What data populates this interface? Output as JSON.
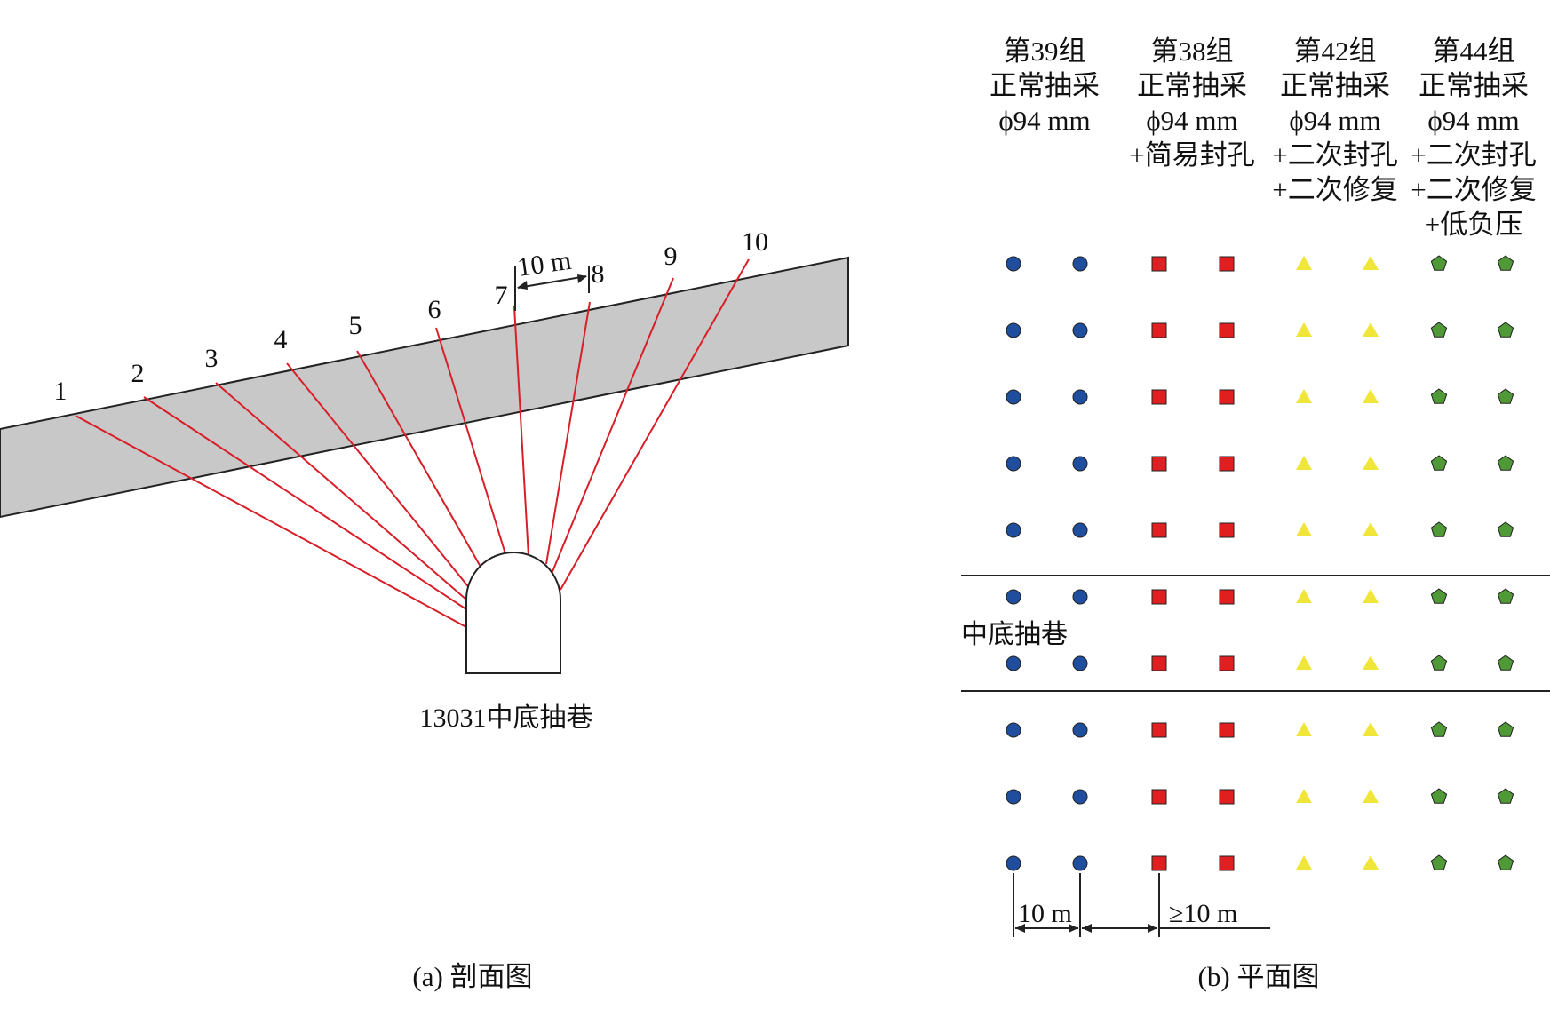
{
  "section": {
    "caption": "(a) 剖面图",
    "roadway_label": "13031中底抽巷",
    "spacing_label": "10 m",
    "boreholes": [
      "1",
      "2",
      "3",
      "4",
      "5",
      "6",
      "7",
      "8",
      "9",
      "10"
    ]
  },
  "plan": {
    "caption": "(b) 平面图",
    "roadway_label": "中底抽巷",
    "spacing_label_1": "10 m",
    "spacing_label_2": "≥10 m",
    "rows": 10,
    "groups": [
      {
        "name": "第39组",
        "desc": [
          "正常抽采",
          "ϕ94 mm"
        ],
        "marker": "circle",
        "color": "#1f4e9e"
      },
      {
        "name": "第38组",
        "desc": [
          "正常抽采",
          "ϕ94 mm",
          "+简易封孔"
        ],
        "marker": "square",
        "color": "#e02020"
      },
      {
        "name": "第42组",
        "desc": [
          "正常抽采",
          "ϕ94 mm",
          "+二次封孔",
          "+二次修复"
        ],
        "marker": "triangle",
        "color": "#f0e63a"
      },
      {
        "name": "第44组",
        "desc": [
          "正常抽采",
          "ϕ94 mm",
          "+二次封孔",
          "+二次修复",
          "+低负压"
        ],
        "marker": "pentagon",
        "color": "#4f9a36"
      }
    ]
  },
  "colors": {
    "coal_seam": "#c8c8c8",
    "borehole_line": "#d81e28"
  }
}
